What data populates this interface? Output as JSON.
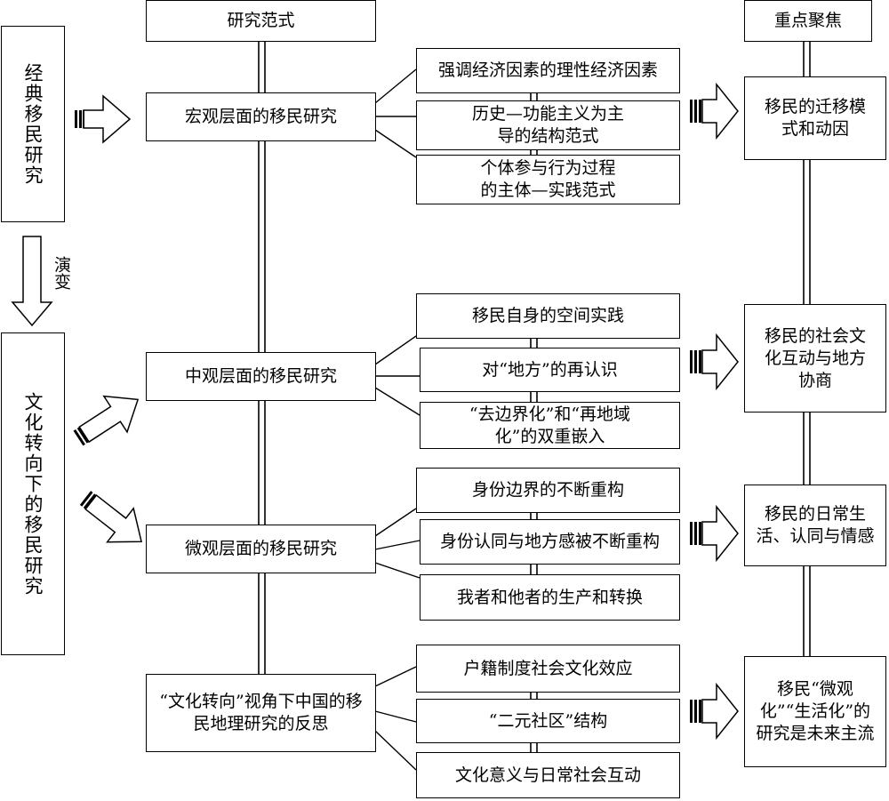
{
  "headers": {
    "paradigm": "研究范式",
    "focus": "重点聚焦"
  },
  "left": {
    "classic": "经典移民研究",
    "evolution": "演变",
    "cultural": "文化转向下的移民研究"
  },
  "levels": [
    {
      "title": "宏观层面的移民研究",
      "items": [
        "强调经济因素的理性经济因素",
        "历史—功能主义为主导的结构范式",
        "个体参与行为过程的主体—实践范式"
      ],
      "focus": "移民的迁移模式和动因"
    },
    {
      "title": "中观层面的移民研究",
      "items": [
        "移民自身的空间实践",
        "对“地方”的再认识",
        "“去边界化”和“再地域化”的双重嵌入"
      ],
      "focus": "移民的社会文化互动与地方协商"
    },
    {
      "title": "微观层面的移民研究",
      "items": [
        "身份边界的不断重构",
        "身份认同与地方感被不断重构",
        "我者和他者的生产和转换"
      ],
      "focus": "移民的日常生活、认同与情感"
    },
    {
      "title": "“文化转向”视角下中国的移民地理研究的反思",
      "items": [
        "户籍制度社会文化效应",
        "“二元社区”结构",
        "文化意义与日常社会互动"
      ],
      "focus": "移民“微观化”“生活化”的研究是未来主流"
    }
  ]
}
